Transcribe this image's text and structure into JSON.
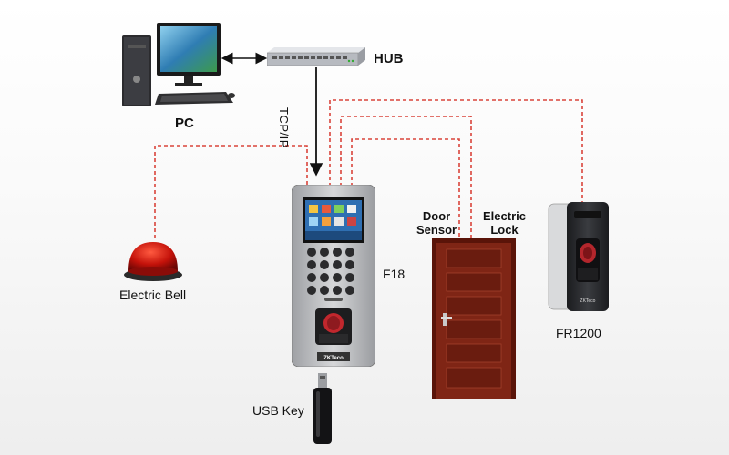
{
  "labels": {
    "pc": "PC",
    "hub": "HUB",
    "tcpip": "TCP/IP",
    "electric_bell": "Electric Bell",
    "f18": "F18",
    "door_sensor": "Door\nSensor",
    "electric_lock": "Electric\nLock",
    "fr1200": "FR1200",
    "usb_key": "USB Key",
    "brand": "ZKTeco"
  },
  "colors": {
    "wire": "#d9443b",
    "arrow": "#111111",
    "door": "#7a1e12",
    "device_silver": "#c8c9cb",
    "reader_dark": "#2a2b2e"
  },
  "icons": [
    "pc-icon",
    "hub-icon",
    "bell-icon",
    "f18-terminal-icon",
    "door-icon",
    "fr1200-reader-icon",
    "usb-key-icon"
  ]
}
